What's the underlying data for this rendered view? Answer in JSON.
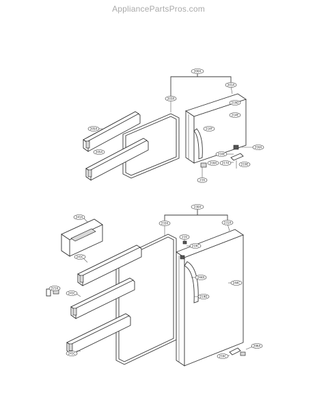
{
  "watermark": "AppliancePartsPros.com",
  "callouts": {
    "upper": {
      "door_assembly": "200A",
      "gasket": "203A",
      "door_outer": "201A",
      "part_219": "219D",
      "part_214": "214E",
      "handle": "214F",
      "bin_upper": "205A",
      "bin_lower": "205A",
      "hinge_cap": "216E",
      "hinge": "216A",
      "part_217": "217A",
      "part_218": "218A",
      "cap": "219E",
      "screw": "219"
    },
    "lower": {
      "door_assembly": "230A",
      "gasket": "233A",
      "door_outer": "231A",
      "part_219": "219",
      "part_219c": "219C",
      "handle": "244A",
      "part_244c": "244C",
      "part_219d": "219D",
      "dairy_bin": "241A",
      "bin_1": "241C",
      "bin_2": "241C",
      "bin_3": "241C",
      "insert": "221A",
      "hinge_cap": "216C",
      "hinge": "296A"
    }
  }
}
